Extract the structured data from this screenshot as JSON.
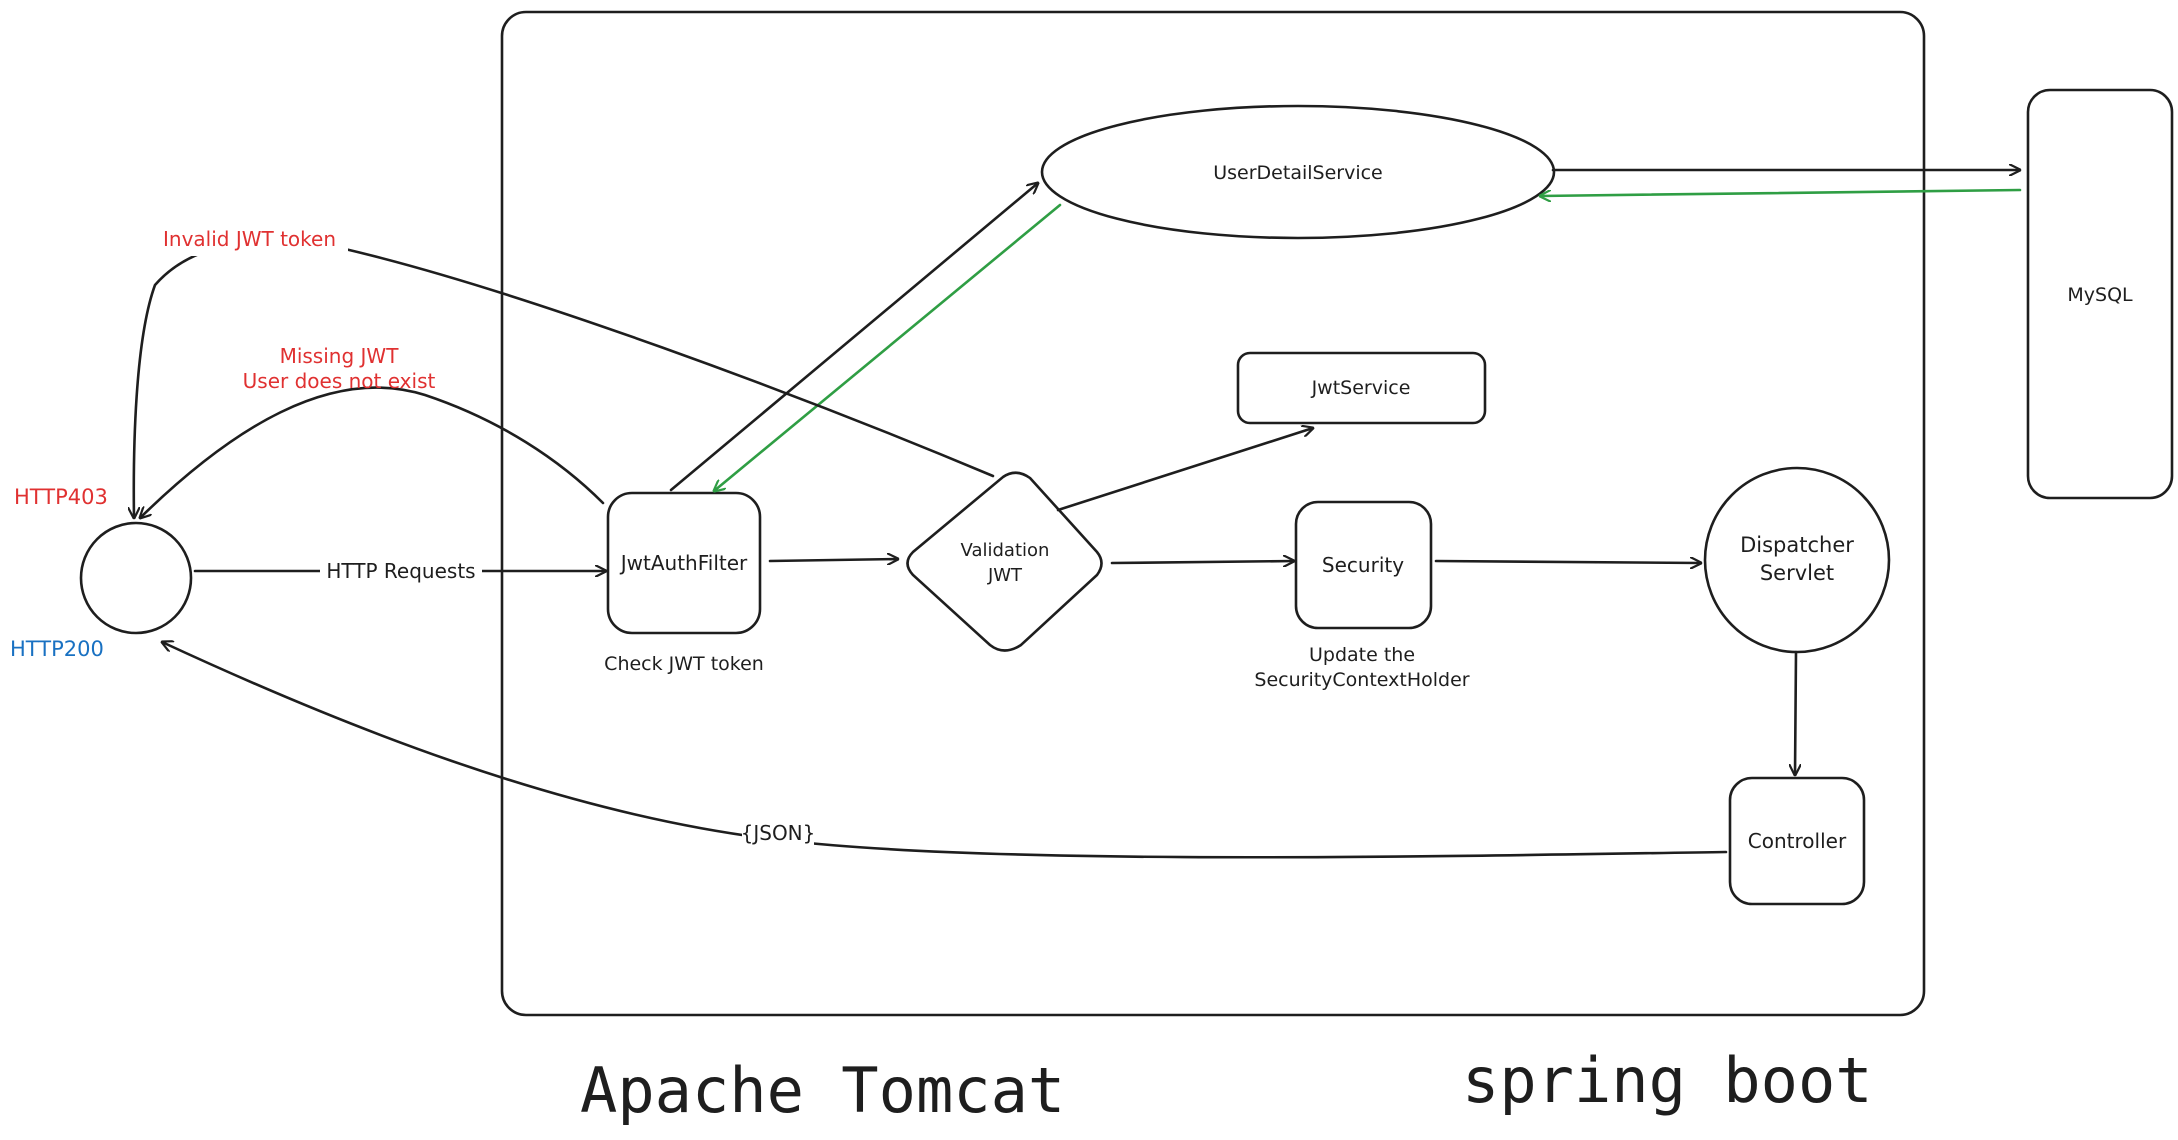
{
  "containers": {
    "tomcat_label": "Apache Tomcat",
    "spring_label": "spring boot"
  },
  "nodes": {
    "client": "",
    "jwt_auth_filter": "JwtAuthFilter",
    "validation_jwt_line1": "Validation",
    "validation_jwt_line2": "JWT",
    "user_detail_service": "UserDetailService",
    "jwt_service": "JwtService",
    "security": "Security",
    "dispatcher_line1": "Dispatcher",
    "dispatcher_line2": "Servlet",
    "controller": "Controller",
    "mysql": "MySQL"
  },
  "annotations": {
    "http403": "HTTP403",
    "http200": "HTTP200",
    "invalid_jwt": "Invalid JWT token",
    "missing_jwt": "Missing JWT",
    "user_not_exist": "User does not exist",
    "check_jwt": "Check JWT token",
    "update_line1": "Update the",
    "update_line2": "SecurityContextHolder"
  },
  "edges": {
    "http_requests": "HTTP Requests",
    "json": "{JSON}"
  },
  "colors": {
    "ink": "#1e1e1e",
    "error": "#e03131",
    "success": "#1971c2",
    "return_path": "#2f9e44"
  }
}
